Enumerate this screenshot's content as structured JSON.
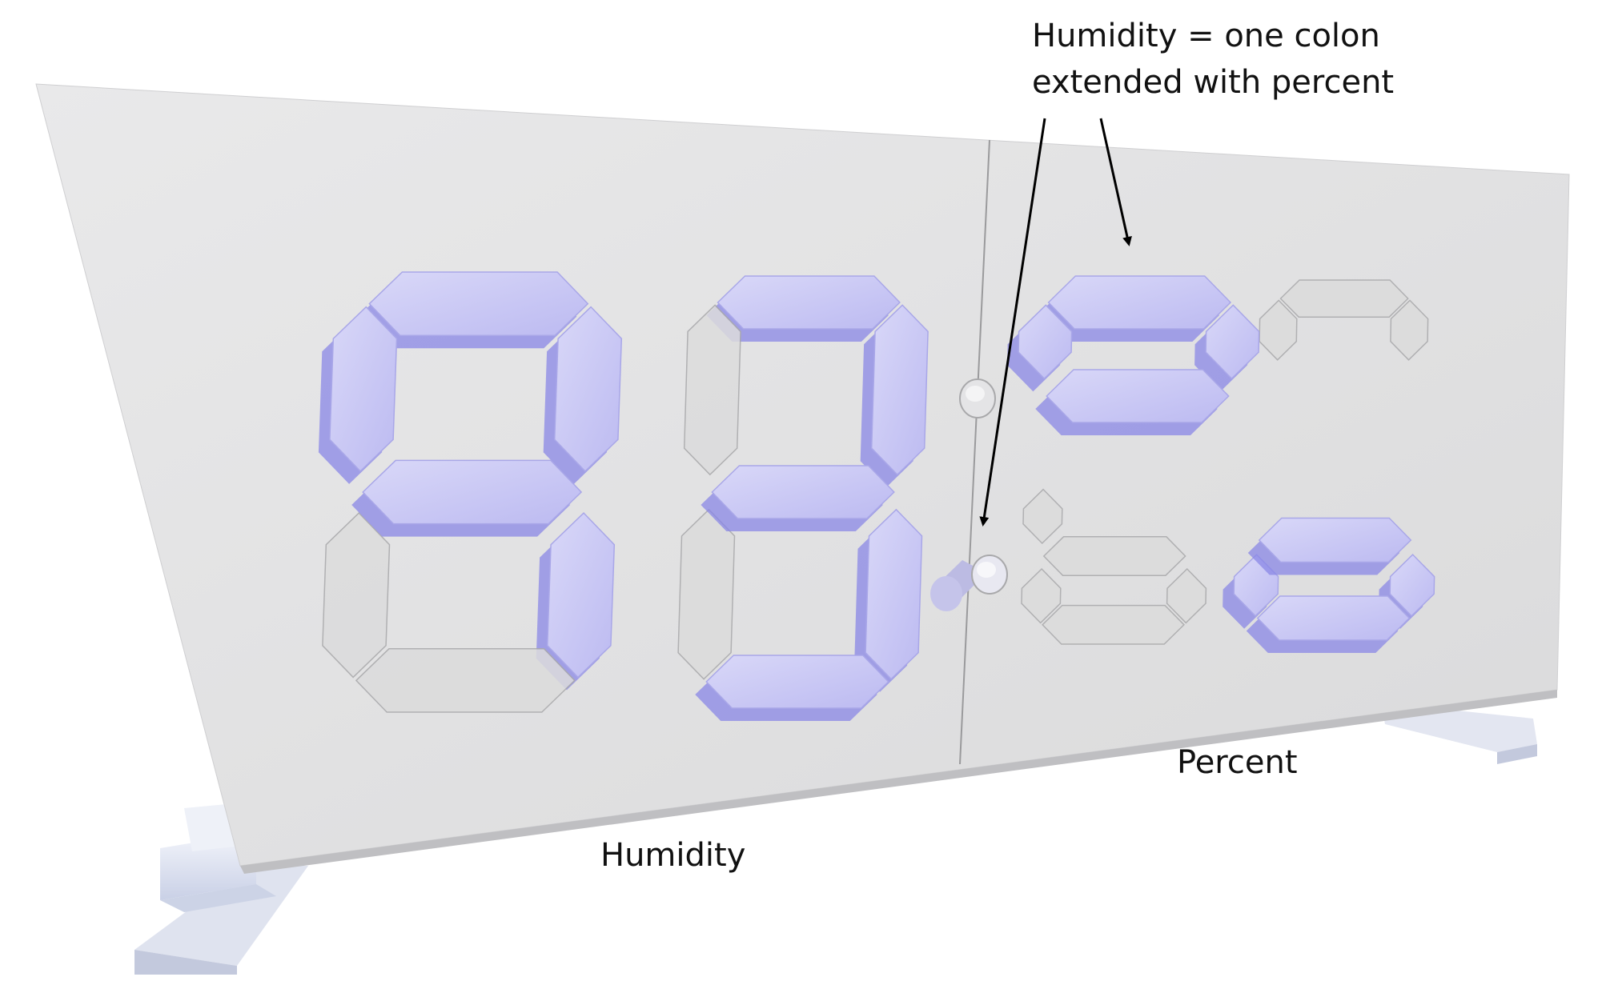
{
  "annotation": {
    "line1": "Humidity = one colon",
    "line2": "extended with percent"
  },
  "labels": {
    "humidity": "Humidity",
    "percent": "Percent"
  },
  "display": {
    "lit_color": "#c9c8f4",
    "lit_shadow": "#8a87e6",
    "unlit_color": "#dcdcdc",
    "panel_color": "#e3e3e3",
    "digits": [
      {
        "name": "digit-1",
        "lit": [
          "a",
          "b",
          "f",
          "g",
          "c"
        ]
      },
      {
        "name": "digit-2",
        "lit": [
          "a",
          "b",
          "c",
          "g",
          "d"
        ]
      },
      {
        "name": "digit-3-percent-upper",
        "lit": [
          "a",
          "b",
          "f",
          "g"
        ]
      },
      {
        "name": "digit-4-percent-lower",
        "lit": [
          "c",
          "d",
          "e",
          "g"
        ]
      }
    ]
  }
}
